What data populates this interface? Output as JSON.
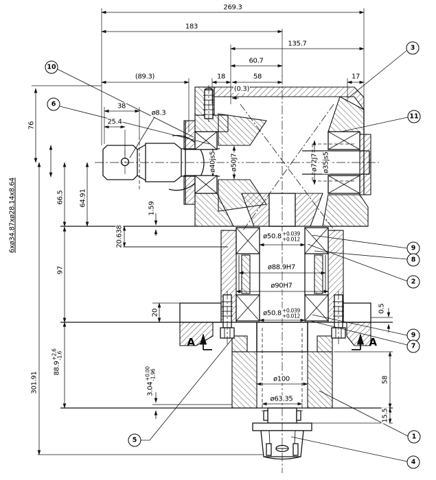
{
  "callouts": {
    "b1": "1",
    "b2": "2",
    "b3": "3",
    "b4": "4",
    "b5": "5",
    "b6": "6",
    "b7": "7",
    "b8": "8",
    "b9a": "9",
    "b9b": "9",
    "b10": "10",
    "b11": "11"
  },
  "dims": {
    "overall_width": "269.3",
    "left_to_spindle": "183",
    "lid_span": "135.7",
    "boss_to_spindle": "60.7",
    "shaft_projection": "(89.3)",
    "seal_width": "18",
    "bearing_span": "58",
    "cover_width": "17",
    "clearance": "(0.3)",
    "spline_length": "38",
    "hole_position": "25.4",
    "hole_dia": "ø8.3",
    "height_to_face": "76",
    "spline_spec": "6xø34.87xø28.14x8.64",
    "face_depth_a": "66.5",
    "face_depth_b": "64.91",
    "step": "1.59",
    "recess_depth": "20.638",
    "flange_drop": "97",
    "flange_thickness": "20",
    "overall_height": "301.91",
    "step_right": "0.5",
    "housing_depth": "58",
    "washer_height": "15.5"
  },
  "tol_dims": {
    "blade_gap": {
      "val": "88.9",
      "plus": "+2.6",
      "minus": "-1.6"
    },
    "washer_gap": {
      "val": "3.04",
      "plus": "+0.00",
      "minus": "-1.96"
    }
  },
  "bores": {
    "input_shaft": "ø40js5",
    "gear_bore": "ø50J7",
    "bearing_od": "ø72J7",
    "stub_dia": "ø35js5",
    "spindle_bore_upper": {
      "val": "ø50.8",
      "plus": "+0.039",
      "minus": "+0.012"
    },
    "spindle_bore_lower": {
      "val": "ø50.8",
      "plus": "+0.039",
      "minus": "+0.012"
    },
    "housing_bore_a": "ø88.9H7",
    "housing_bore_b": "ø90H7",
    "hub_od": "ø100",
    "hub_bore": "ø63.35"
  },
  "section": {
    "mark": "A"
  }
}
